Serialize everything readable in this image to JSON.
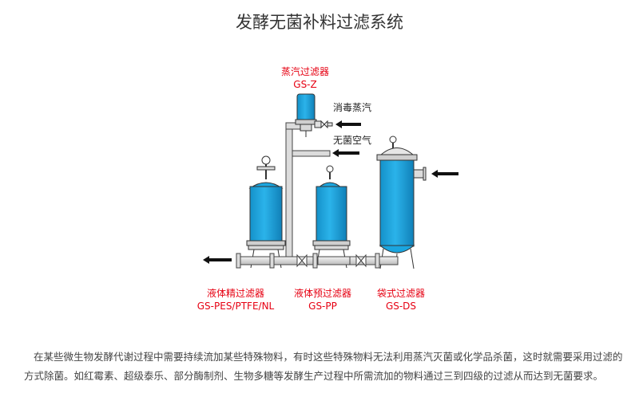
{
  "title": "发酵无菌补料过滤系统",
  "labels": {
    "steam_filter": {
      "name": "蒸汽过滤器",
      "model": "GS-Z"
    },
    "disinfect_steam": "消毒蒸汽",
    "sterile_air": "无菌空气",
    "liquid_fine_filter": {
      "name": "液体精过滤器",
      "model": "GS-PES/PTFE/NL"
    },
    "liquid_pre_filter": {
      "name": "液体预过滤器",
      "model": "GS-PP"
    },
    "bag_filter": {
      "name": "袋式过滤器",
      "model": "GS-DS"
    }
  },
  "caption": "在某些微生物发酵代谢过程中需要持续流加某些特殊物料，有时这些特殊物料无法利用蒸汽灭菌或化学品杀菌，这时就需要采用过滤的方式除菌。如红霉素、超级泰乐、部分酶制剂、生物多糖等发酵生产过程中所需流加的物料通过三到四级的过滤从而达到无菌要求。",
  "colors": {
    "vessel": "#1aa5df",
    "pipe": "#d6d6d6",
    "outline": "#333333",
    "label": "#e60012"
  }
}
